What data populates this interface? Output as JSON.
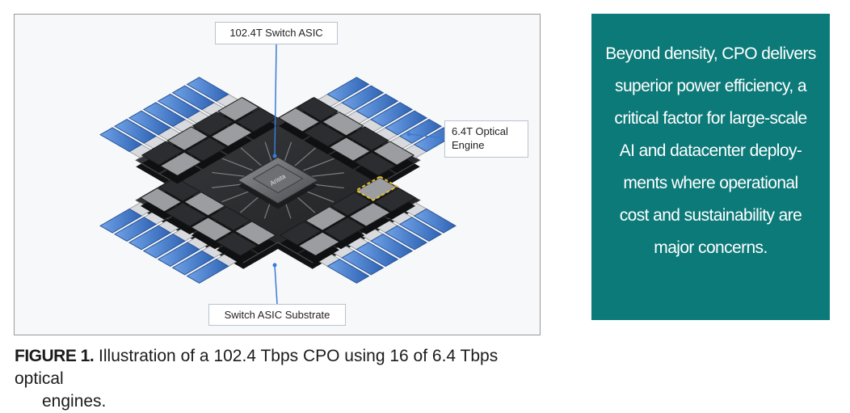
{
  "figure": {
    "labels": {
      "asic": "102.4T Switch ASIC",
      "engine": "6.4T Optical\nEngine",
      "substrate": "Switch ASIC Substrate",
      "chip_brand": "Arista"
    },
    "colors": {
      "fiber": "#3f78c8",
      "connector": "#d9dadd",
      "module_dark": "#2b2d30",
      "module_light": "#9b9da1",
      "substrate": "#26282a",
      "highlight": "#e8c02a",
      "callout_line": "#3a7bd5"
    }
  },
  "caption": {
    "label": "FIGURE 1.",
    "text_line1": "Illustration of a 102.4 Tbps CPO using 16 of 6.4 Tbps optical",
    "text_line2": "engines."
  },
  "pullquote": {
    "lines": [
      "Beyond density, CPO delivers",
      "superior power efficiency, a",
      "critical factor for large-scale",
      "AI and datacenter deploy-",
      "ments where operational",
      "cost and sustainability are",
      "major concerns."
    ],
    "background": "#0c7a78"
  }
}
